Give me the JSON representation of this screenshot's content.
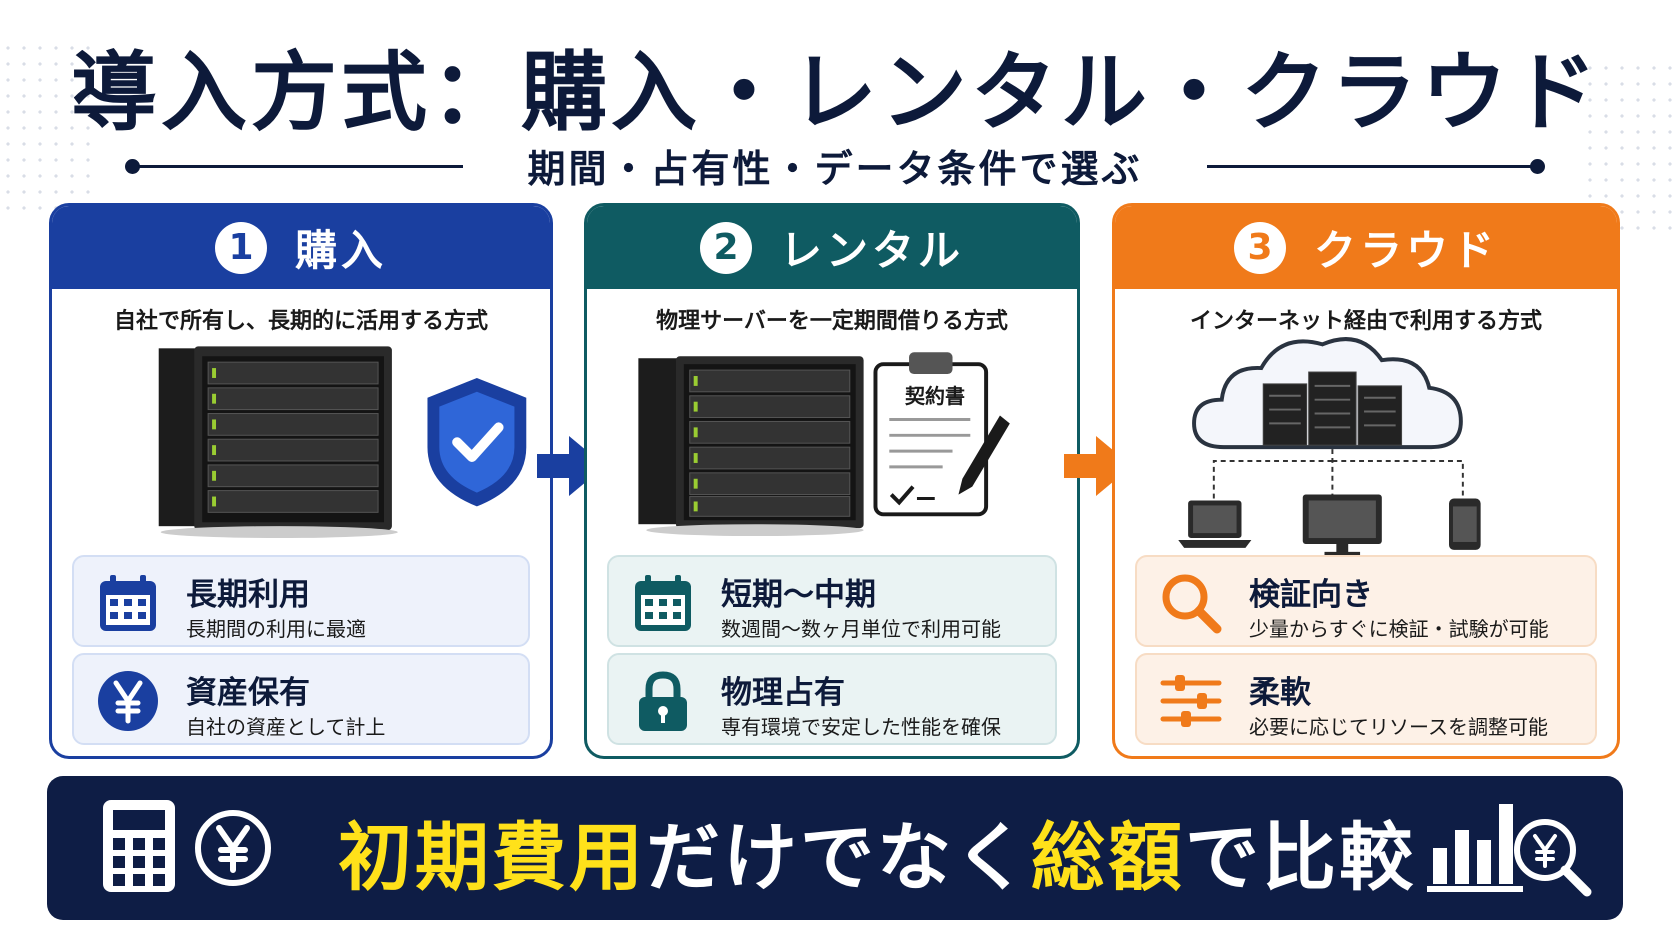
{
  "title": "導入方式：購入・レンタル・クラウド",
  "subtitle": "期間・占有性・データ条件で選ぶ",
  "colors": {
    "purchase": "#1a3fa0",
    "rental": "#0f5b62",
    "cloud": "#f07a1a",
    "navy": "#0e1d45",
    "highlight": "#ffe11a"
  },
  "panels": [
    {
      "number": "1",
      "name": "購入",
      "description": "自社で所有し、長期的に活用する方式",
      "illustration": [
        "server-tower-icon",
        "shield-check-icon"
      ],
      "features": [
        {
          "icon": "calendar-icon",
          "title": "長期利用",
          "desc": "長期間の利用に最適"
        },
        {
          "icon": "yen-coin-icon",
          "title": "資産保有",
          "desc": "自社の資産として計上"
        }
      ]
    },
    {
      "number": "2",
      "name": "レンタル",
      "description": "物理サーバーを一定期間借りる方式",
      "contract_label": "契約書",
      "illustration": [
        "server-tower-icon",
        "contract-clipboard-icon"
      ],
      "features": [
        {
          "icon": "calendar-icon",
          "title": "短期〜中期",
          "desc": "数週間〜数ヶ月単位で利用可能"
        },
        {
          "icon": "padlock-icon",
          "title": "物理占有",
          "desc": "専有環境で安定した性能を確保"
        }
      ]
    },
    {
      "number": "3",
      "name": "クラウド",
      "description": "インターネット経由で利用する方式",
      "illustration": [
        "cloud-servers-icon",
        "laptop-icon",
        "monitor-icon",
        "smartphone-icon"
      ],
      "features": [
        {
          "icon": "magnifier-icon",
          "title": "検証向き",
          "desc": "少量からすぐに検証・試験が可能"
        },
        {
          "icon": "sliders-icon",
          "title": "柔軟",
          "desc": "必要に応じてリソースを調整可能"
        }
      ]
    }
  ],
  "bottom": {
    "part1": "初期費用",
    "part2": "だけでなく",
    "part3": "総額",
    "part4": "で比較",
    "icons": [
      "calculator-icon",
      "yen-circle-icon",
      "bar-chart-search-icon"
    ]
  }
}
